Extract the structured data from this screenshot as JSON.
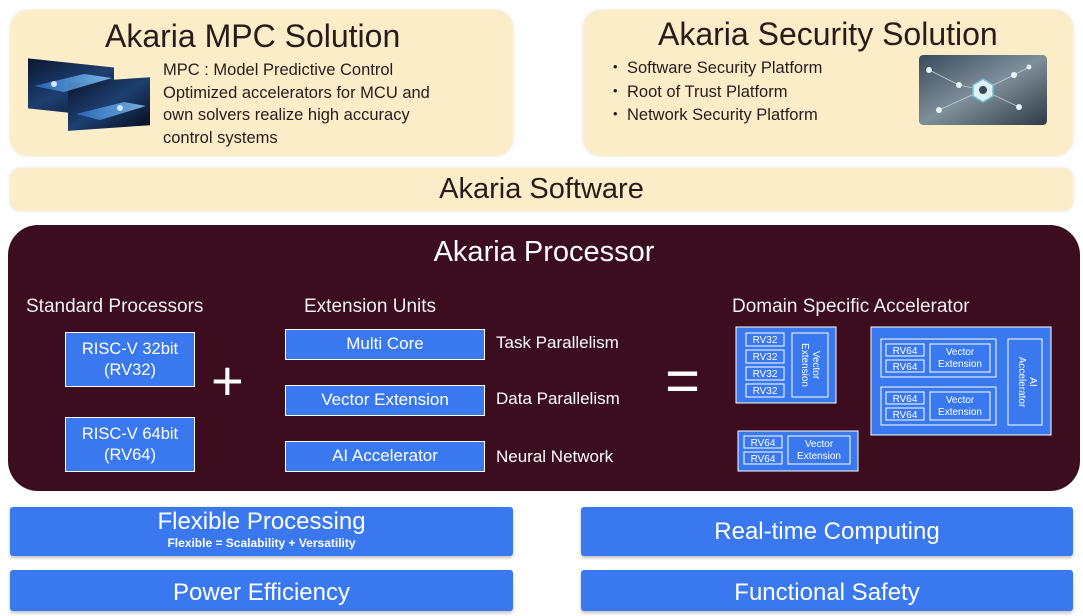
{
  "mpc": {
    "title": "Akaria MPC Solution",
    "lines": [
      "MPC : Model Predictive Control",
      "Optimized accelerators for MCU and",
      "own solvers realize high accuracy",
      "control systems"
    ]
  },
  "security": {
    "title": "Akaria Security Solution",
    "bullet": "・",
    "items": [
      "Software Security Platform",
      "Root of Trust Platform",
      "Network Security Platform"
    ]
  },
  "software": {
    "title": "Akaria Software"
  },
  "processor": {
    "title": "Akaria Processor",
    "standard": {
      "heading": "Standard Processors",
      "boxes": [
        {
          "line1": "RISC-V 32bit",
          "line2": "(RV32)"
        },
        {
          "line1": "RISC-V 64bit",
          "line2": "(RV64)"
        }
      ]
    },
    "plus": "+",
    "extension": {
      "heading": "Extension Units",
      "units": [
        {
          "label": "Multi Core",
          "desc": "Task Parallelism"
        },
        {
          "label": "Vector Extension",
          "desc": "Data Parallelism"
        },
        {
          "label": "AI Accelerator",
          "desc": "Neural Network"
        }
      ]
    },
    "equals": "=",
    "dsa": {
      "heading": "Domain Specific Accelerator",
      "rv32": "RV32",
      "rv64": "RV64",
      "vector": "Vector",
      "extension": "Extension",
      "ai": "AI",
      "accelerator": "Accelerator"
    }
  },
  "bars": {
    "flexible": {
      "title": "Flexible Processing",
      "subtitle": "Flexible = Scalability + Versatility"
    },
    "realtime": {
      "title": "Real-time Computing"
    },
    "power": {
      "title": "Power Efficiency"
    },
    "safety": {
      "title": "Functional Safety"
    }
  },
  "colors": {
    "cream": "#fbedc8",
    "dark_panel": "#3b0d1e",
    "accent_blue": "#3a78f0",
    "text_dark": "#2a1a1a",
    "text_light": "#ffffff"
  }
}
